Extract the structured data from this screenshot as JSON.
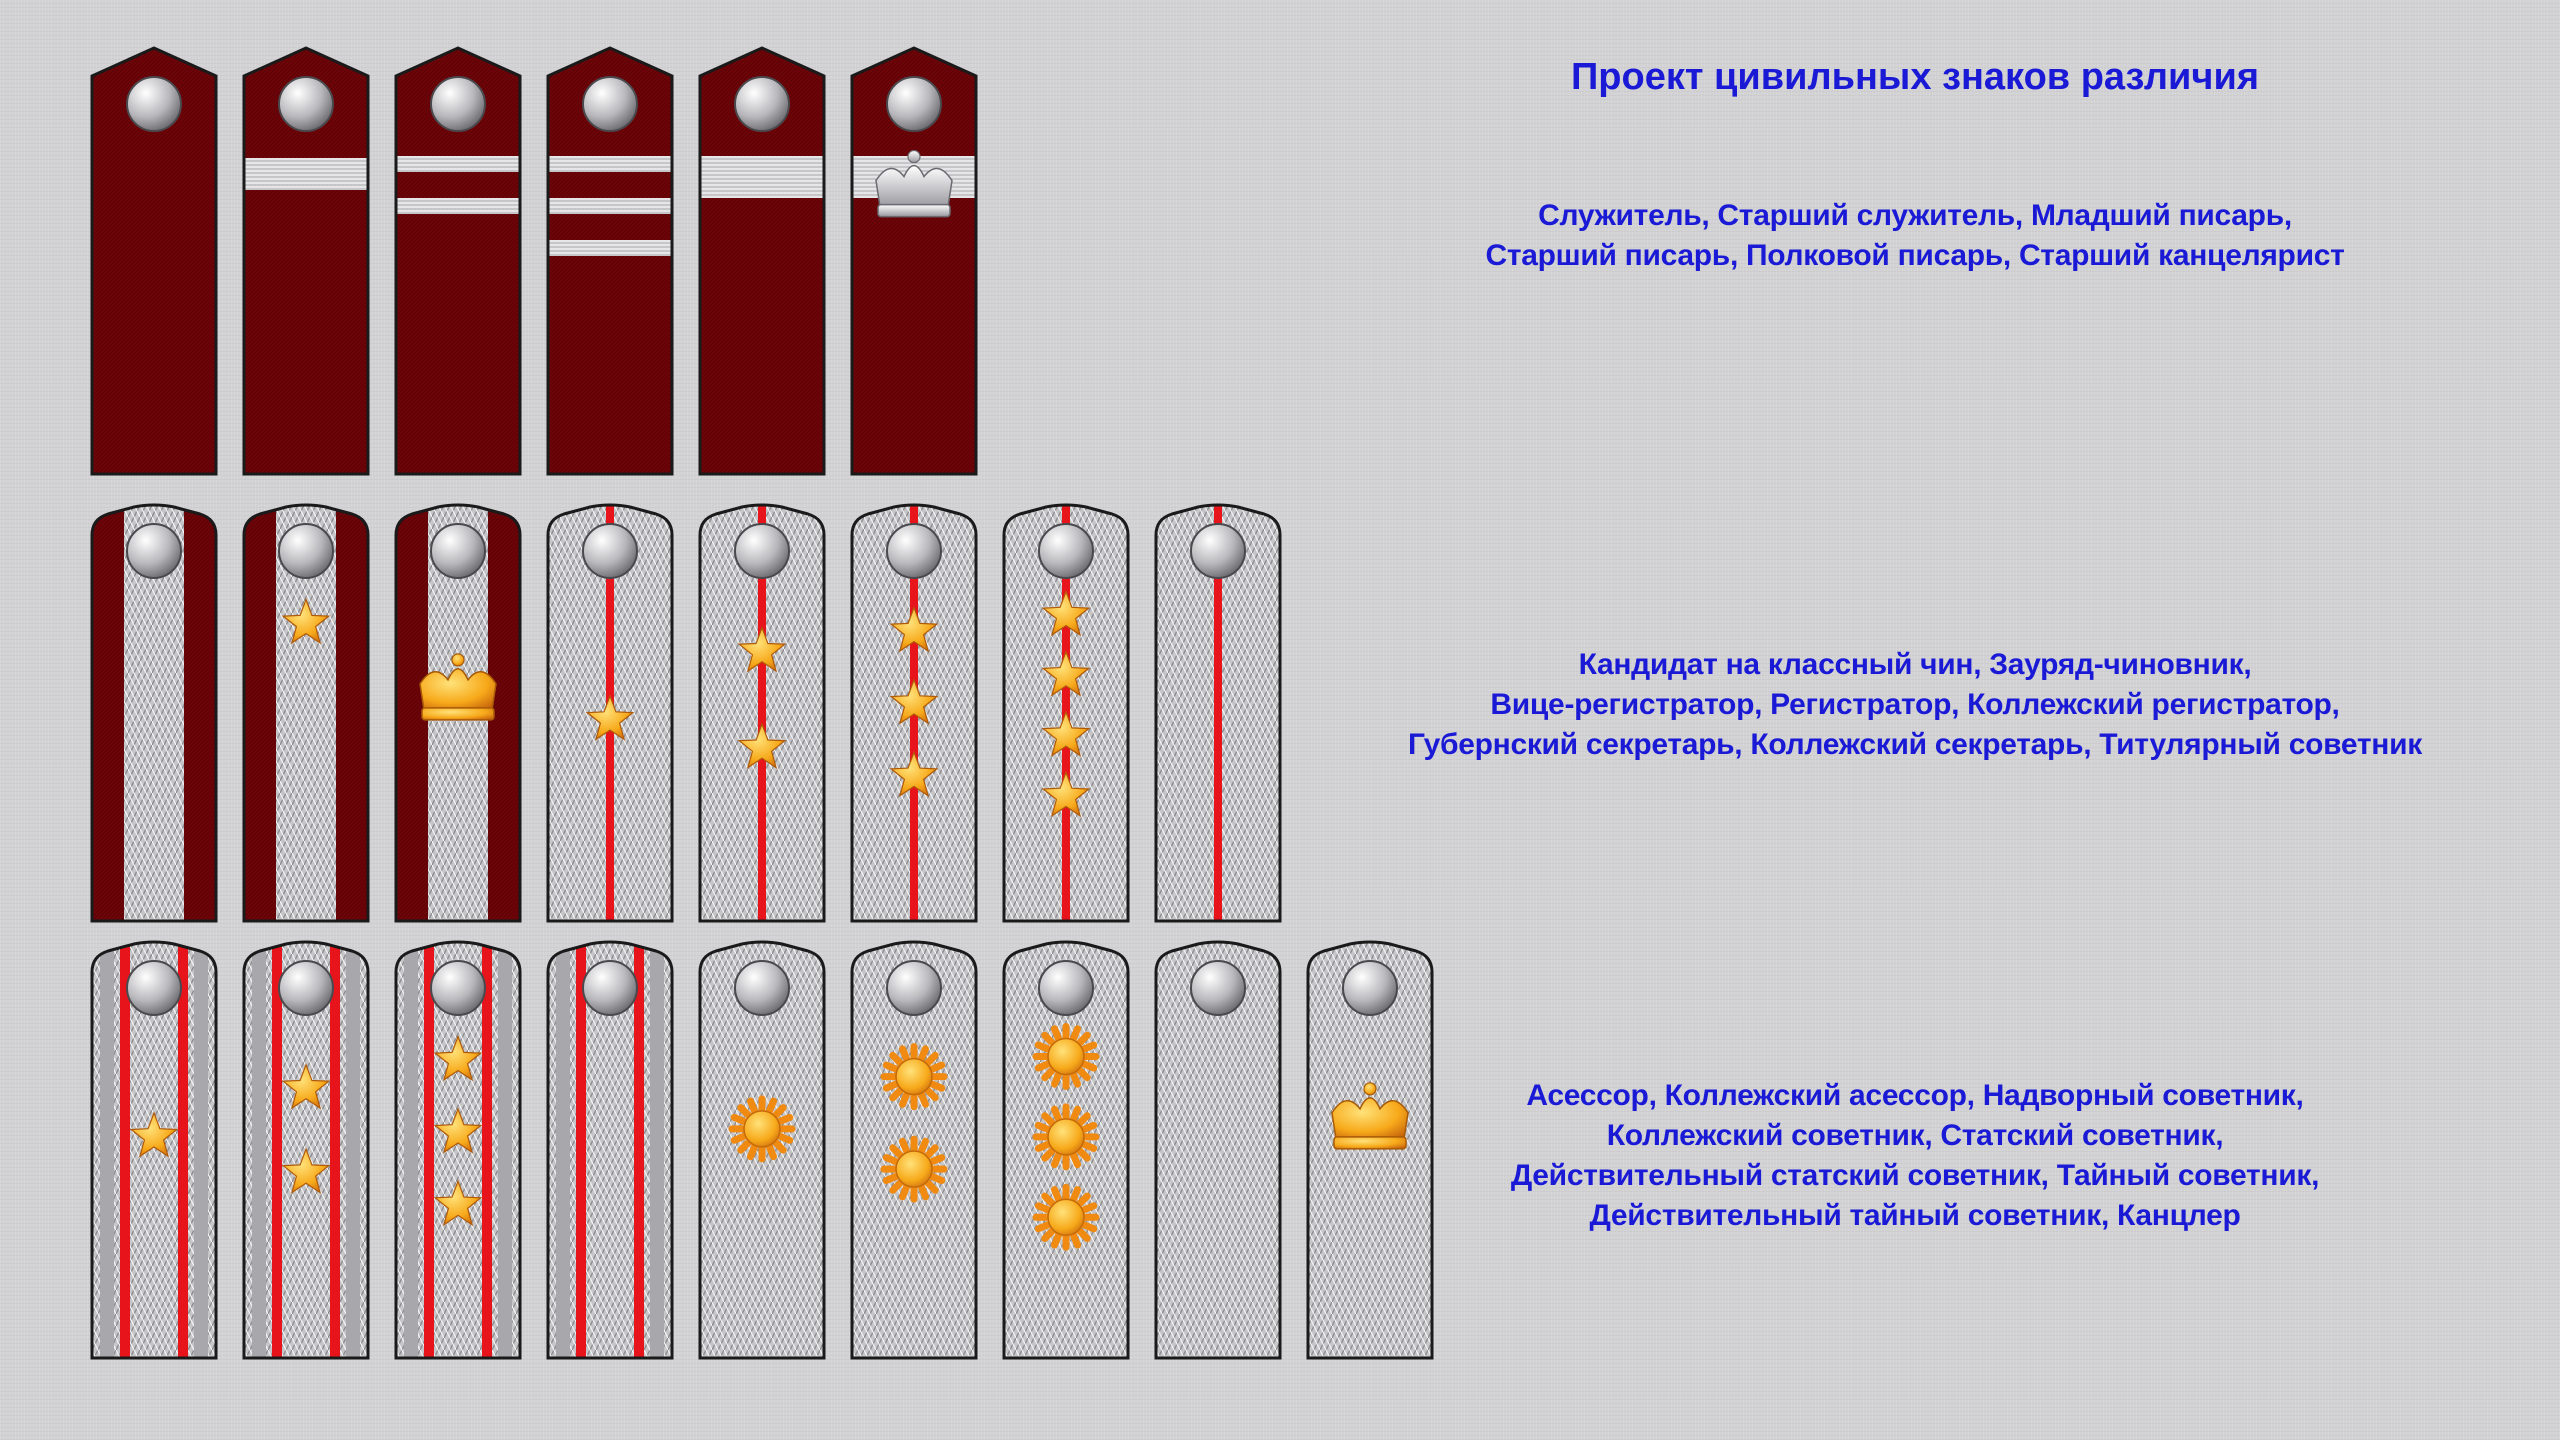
{
  "title": "Проект цивильных знаков различия",
  "colors": {
    "text": "#1a1ad6",
    "maroon": "#6e0408",
    "silver": "#c6c6c8",
    "stripe_red": "#e8141c",
    "gold": "#f7a91a"
  },
  "captions": [
    {
      "lines": [
        "Служитель, Старший служитель, Младший писарь,",
        "Старший писарь, Полковой писарь, Старший канцелярист"
      ]
    },
    {
      "lines": [
        "Кандидат на классный чин, Зауряд-чиновник,",
        "Вице-регистратор, Регистратор, Коллежский регистратор,",
        "Губернский секретарь, Коллежский секретарь, Титулярный советник"
      ]
    },
    {
      "lines": [
        "Асессор, Коллежский асессор, Надворный советник,",
        "Коллежский советник, Статский советник,",
        "Действительный статский советник, Тайный советник,",
        "Действительный тайный советник, Канцлер"
      ]
    }
  ],
  "rows": [
    {
      "name": "nco-row",
      "boards": [
        {
          "type": "maroon",
          "bars": [],
          "insignia": []
        },
        {
          "type": "maroon",
          "bars": [
            "wide"
          ],
          "insignia": []
        },
        {
          "type": "maroon",
          "bars": [
            "narrow",
            "narrow"
          ],
          "insignia": []
        },
        {
          "type": "maroon",
          "bars": [
            "narrow",
            "narrow",
            "narrow"
          ],
          "insignia": []
        },
        {
          "type": "maroon",
          "bars": [
            "wide-high"
          ],
          "insignia": []
        },
        {
          "type": "maroon",
          "bars": [
            "wide-high"
          ],
          "insignia": [
            {
              "kind": "crown",
              "color": "silver",
              "pos": 0.58
            }
          ]
        }
      ]
    },
    {
      "name": "junior-officer-row",
      "boards": [
        {
          "type": "maroon-silver",
          "stripes": 0,
          "insignia": []
        },
        {
          "type": "maroon-silver",
          "stripes": 0,
          "insignia": [
            {
              "kind": "star",
              "color": "gold",
              "pos": 0.52
            }
          ]
        },
        {
          "type": "maroon-silver",
          "stripes": 0,
          "insignia": [
            {
              "kind": "crown",
              "color": "gold",
              "pos": 0.86
            }
          ]
        },
        {
          "type": "silver",
          "stripes": 1,
          "insignia": [
            {
              "kind": "star",
              "color": "gold",
              "pos": 1.0
            }
          ]
        },
        {
          "type": "silver",
          "stripes": 1,
          "insignia": [
            {
              "kind": "star",
              "color": "gold",
              "pos": 0.66
            },
            {
              "kind": "star",
              "color": "gold",
              "pos": 1.14
            }
          ]
        },
        {
          "type": "silver",
          "stripes": 1,
          "insignia": [
            {
              "kind": "star",
              "color": "gold",
              "pos": 0.56
            },
            {
              "kind": "star",
              "color": "gold",
              "pos": 0.92
            },
            {
              "kind": "star",
              "color": "gold",
              "pos": 1.28
            }
          ]
        },
        {
          "type": "silver",
          "stripes": 1,
          "insignia": [
            {
              "kind": "star",
              "color": "gold",
              "pos": 0.48
            },
            {
              "kind": "star",
              "color": "gold",
              "pos": 0.78
            },
            {
              "kind": "star",
              "color": "gold",
              "pos": 1.08
            },
            {
              "kind": "star",
              "color": "gold",
              "pos": 1.38
            }
          ]
        },
        {
          "type": "silver",
          "stripes": 1,
          "insignia": []
        }
      ]
    },
    {
      "name": "senior-row",
      "boards": [
        {
          "type": "silver-border",
          "stripes": 2,
          "insignia": [
            {
              "kind": "star",
              "color": "gold",
              "pos": 0.9
            }
          ]
        },
        {
          "type": "silver-border",
          "stripes": 2,
          "insignia": [
            {
              "kind": "star",
              "color": "gold",
              "pos": 0.66
            },
            {
              "kind": "star",
              "color": "gold",
              "pos": 1.08
            }
          ]
        },
        {
          "type": "silver-border",
          "stripes": 2,
          "insignia": [
            {
              "kind": "star",
              "color": "gold",
              "pos": 0.52
            },
            {
              "kind": "star",
              "color": "gold",
              "pos": 0.88
            },
            {
              "kind": "star",
              "color": "gold",
              "pos": 1.24
            }
          ]
        },
        {
          "type": "silver-border",
          "stripes": 2,
          "insignia": []
        },
        {
          "type": "silver",
          "stripes": 0,
          "insignia": [
            {
              "kind": "burst",
              "color": "gold",
              "pos": 0.86
            }
          ]
        },
        {
          "type": "silver",
          "stripes": 0,
          "insignia": [
            {
              "kind": "burst",
              "color": "gold",
              "pos": 0.6
            },
            {
              "kind": "burst",
              "color": "gold",
              "pos": 1.06
            }
          ]
        },
        {
          "type": "silver",
          "stripes": 0,
          "insignia": [
            {
              "kind": "burst",
              "color": "gold",
              "pos": 0.5
            },
            {
              "kind": "burst",
              "color": "gold",
              "pos": 0.9
            },
            {
              "kind": "burst",
              "color": "gold",
              "pos": 1.3
            }
          ]
        },
        {
          "type": "silver",
          "stripes": 0,
          "insignia": []
        },
        {
          "type": "silver",
          "stripes": 0,
          "insignia": [
            {
              "kind": "crown",
              "color": "gold",
              "pos": 0.82
            }
          ]
        }
      ]
    }
  ]
}
